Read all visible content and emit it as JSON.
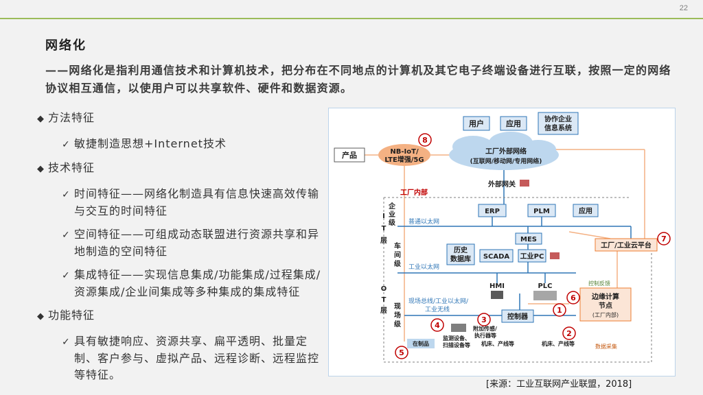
{
  "page_number": "22",
  "title": "网络化",
  "intro": "——网络化是指利用通信技术和计算机技术，把分布在不同地点的计算机及其它电子终端设备进行互联，按照一定的网络协议相互通信，以使用户可以共享软件、硬件和数据资源。",
  "icons": {
    "level1": "diamond-bullet",
    "level2": "check-bullet"
  },
  "bullets": [
    {
      "label": "方法特征",
      "items": [
        "敏捷制造思想+Internet技术"
      ]
    },
    {
      "label": "技术特征",
      "items": [
        "时间特征——网络化制造具有信息快速高效传输与交互的时间特征",
        "空间特征——可组成动态联盟进行资源共享和异地制造的空间特征",
        "集成特征——实现信息集成/功能集成/过程集成/资源集成/企业间集成等多种集成的集成特征"
      ]
    },
    {
      "label": "功能特征",
      "items": [
        "具有敏捷响应、资源共享、扁平透明、批量定制、客户参与、虚拟产品、远程诊断、远程监控等特征。"
      ]
    }
  ],
  "diagram": {
    "product": "产品",
    "nbiot_1": "NB-IoT/",
    "nbiot_2": "LTE增强/5G",
    "user": "用户",
    "app": "应用",
    "partner_1": "协作企业",
    "partner_2": "信息系统",
    "cloud_1": "工厂外部网络",
    "cloud_2": "(互联网/移动网/专用网络)",
    "gateway": "外部网关",
    "factory_inner": "工厂内部",
    "erp": "ERP",
    "plm": "PLM",
    "app2": "应用",
    "ethernet": "普通以太网",
    "mes": "MES",
    "hist_1": "历史",
    "hist_2": "数据库",
    "scada": "SCADA",
    "ipc": "工业PC",
    "ind_eth": "工业以太网",
    "hmi": "HMI",
    "plc": "PLC",
    "fieldbus_1": "现场总线/工业以太网/",
    "fieldbus_2": "工业无线",
    "controller": "控制器",
    "sensor_1": "附加传感/",
    "sensor_2": "执行器等",
    "monitor_1": "监测设备、",
    "monitor_2": "扫描设备等",
    "wip": "在制品",
    "machine1": "机床、产线等",
    "machine2": "机床、产线等",
    "edge_1": "边缘计算",
    "edge_2": "节点",
    "edge_3": "(工厂内部)",
    "cloud_platform": "工厂/工业云平台",
    "ctrl_feedback": "控制反馈",
    "data_collect": "数据采集",
    "lvl_enterprise": [
      "企",
      "业",
      "级"
    ],
    "lvl_it": [
      "I",
      "T",
      "层"
    ],
    "lvl_workshop": [
      "车",
      "间",
      "级"
    ],
    "lvl_ot": [
      "O",
      "T",
      "层"
    ],
    "lvl_field": [
      "现",
      "场",
      "级"
    ],
    "n1": "1",
    "n2": "2",
    "n3": "3",
    "n4": "4",
    "n5": "5",
    "n6": "6",
    "n7": "7",
    "n8": "8",
    "colors": {
      "blue": "#2e75b6",
      "orange": "#ed7d31",
      "red": "#c00000",
      "light_blue": "#bdd7ee",
      "box": "#dbe8f5"
    }
  },
  "source": "[来源：工业互联网产业联盟，2018]"
}
